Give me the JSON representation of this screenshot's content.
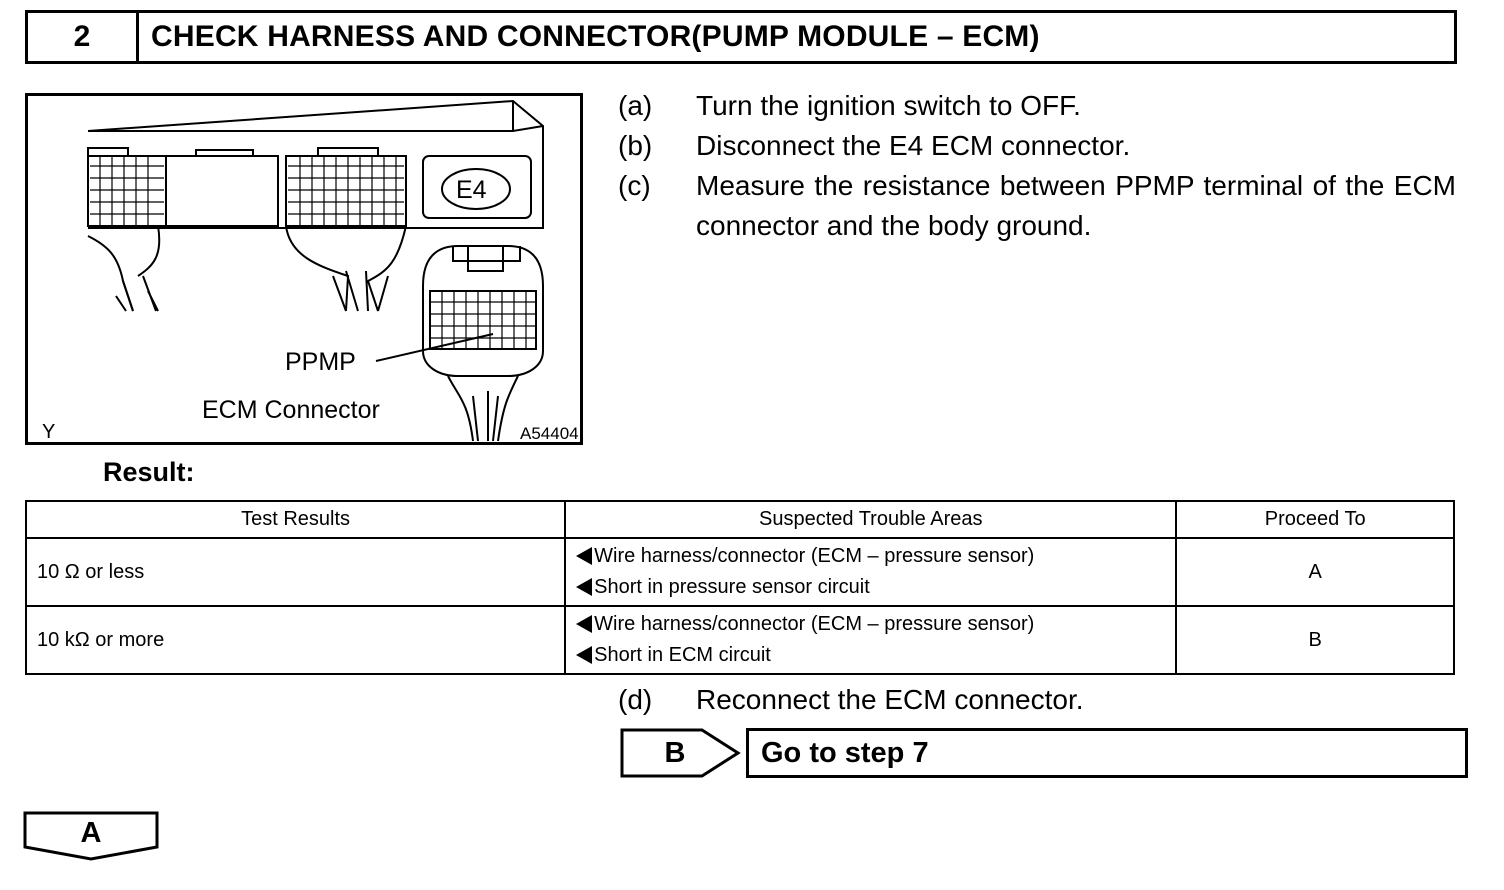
{
  "header": {
    "step_number": "2",
    "title": "CHECK HARNESS AND CONNECTOR(PUMP MODULE – ECM)"
  },
  "figure": {
    "connector_code": "E4",
    "terminal_label": "PPMP",
    "connector_label": "ECM Connector",
    "corner_mark": "Y",
    "figure_id": "A54404"
  },
  "steps": [
    {
      "letter": "(a)",
      "text": "Turn the ignition switch to OFF."
    },
    {
      "letter": "(b)",
      "text": "Disconnect the E4 ECM connector."
    },
    {
      "letter": "(c)",
      "text": "Measure the resistance between PPMP terminal of the ECM connector and the body ground."
    },
    {
      "letter": "(d)",
      "text": "Reconnect the ECM connector."
    }
  ],
  "result_label": "Result:",
  "table": {
    "headers": [
      "Test Results",
      "Suspected Trouble Areas",
      "Proceed To"
    ],
    "rows": [
      {
        "result": "10 Ω or less",
        "areas": [
          "Wire harness/connector (ECM – pressure sensor)",
          "Short in pressure sensor circuit"
        ],
        "proceed": "A"
      },
      {
        "result": "10 kΩ or more",
        "areas": [
          "Wire harness/connector (ECM – pressure sensor)",
          "Short in ECM circuit"
        ],
        "proceed": "B"
      }
    ]
  },
  "goto": {
    "letter": "B",
    "text": "Go to step 7"
  },
  "a_box": {
    "letter": "A"
  }
}
